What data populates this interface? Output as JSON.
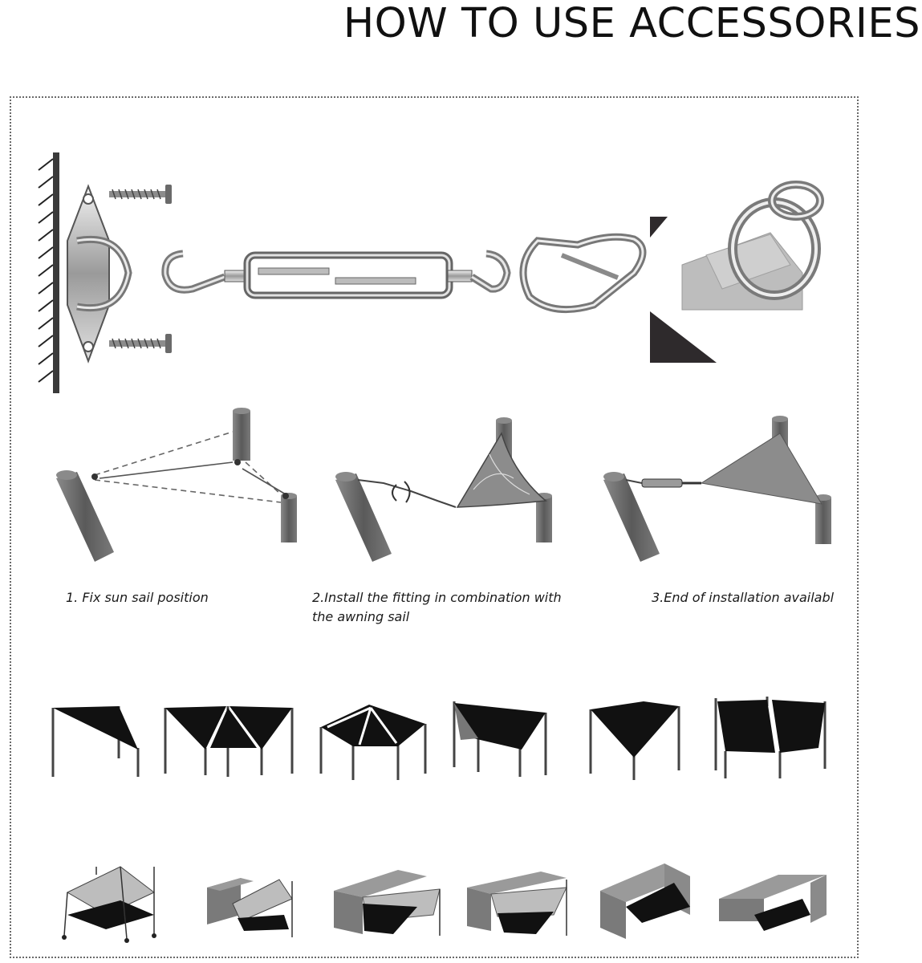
{
  "title": "HOW TO USE ACCESSORIES",
  "steps": [
    {
      "label": "1. Fix sun sail position"
    },
    {
      "label": "2.Install the fitting in combination with",
      "label_line2": "the awning sail"
    },
    {
      "label": "3.End of installation availabl"
    }
  ],
  "hardware": [
    "pad-eye-plate",
    "screw",
    "turnbuckle",
    "snap-hook",
    "d-ring-sail-corner"
  ],
  "colors": {
    "metal": "#c8c8c8",
    "sail": "#111111",
    "post": "#6e6e6e",
    "fabric": "#bdbdbd"
  }
}
